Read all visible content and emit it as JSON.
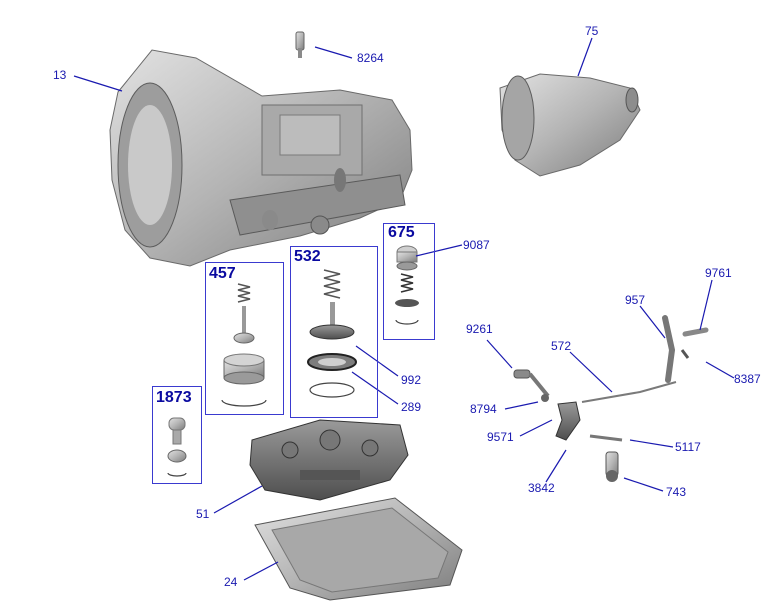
{
  "diagram": {
    "colors": {
      "callout_text": "#1a1ab0",
      "leader": "#1a1ab0",
      "box_border": "#3a3acf",
      "part_metal": "#b9b9b9",
      "part_dark": "#6e6e6e"
    },
    "kits": [
      {
        "id": "kit-457",
        "label": "457"
      },
      {
        "id": "kit-532",
        "label": "532"
      },
      {
        "id": "kit-675",
        "label": "675"
      },
      {
        "id": "kit-1873",
        "label": "1873"
      }
    ],
    "callouts": [
      {
        "id": "13",
        "label": "13",
        "part": "transmission-case"
      },
      {
        "id": "8264",
        "label": "8264",
        "part": "sensor"
      },
      {
        "id": "75",
        "label": "75",
        "part": "extension-housing"
      },
      {
        "id": "9087",
        "label": "9087",
        "part": "accumulator-piston"
      },
      {
        "id": "9761",
        "label": "9761",
        "part": "pin"
      },
      {
        "id": "957",
        "label": "957",
        "part": "lever"
      },
      {
        "id": "9261",
        "label": "9261",
        "part": "shift-shaft"
      },
      {
        "id": "572",
        "label": "572",
        "part": "park-rod"
      },
      {
        "id": "8387",
        "label": "8387",
        "part": "spring"
      },
      {
        "id": "8794",
        "label": "8794",
        "part": "seal"
      },
      {
        "id": "9571",
        "label": "9571",
        "part": "manual-lever"
      },
      {
        "id": "5117",
        "label": "5117",
        "part": "detent-spring"
      },
      {
        "id": "3842",
        "label": "3842",
        "part": "pawl"
      },
      {
        "id": "743",
        "label": "743",
        "part": "manual-valve-shaft"
      },
      {
        "id": "992",
        "label": "992",
        "part": "seal-ring"
      },
      {
        "id": "289",
        "label": "289",
        "part": "snap-ring"
      },
      {
        "id": "51",
        "label": "51",
        "part": "valve-body"
      },
      {
        "id": "24",
        "label": "24",
        "part": "oil-pan"
      }
    ]
  }
}
